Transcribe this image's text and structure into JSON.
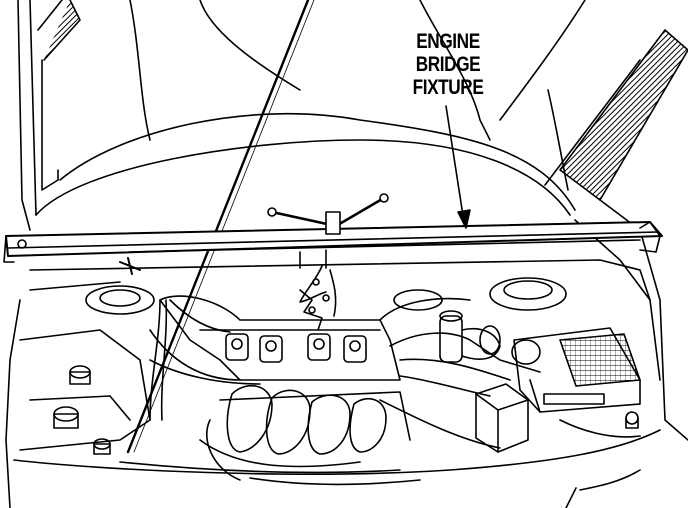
{
  "callout": {
    "line1": "ENGINE",
    "line2": "BRIDGE",
    "line3": "FIXTURE"
  },
  "colors": {
    "ink": "#000000",
    "paper": "#ffffff"
  }
}
